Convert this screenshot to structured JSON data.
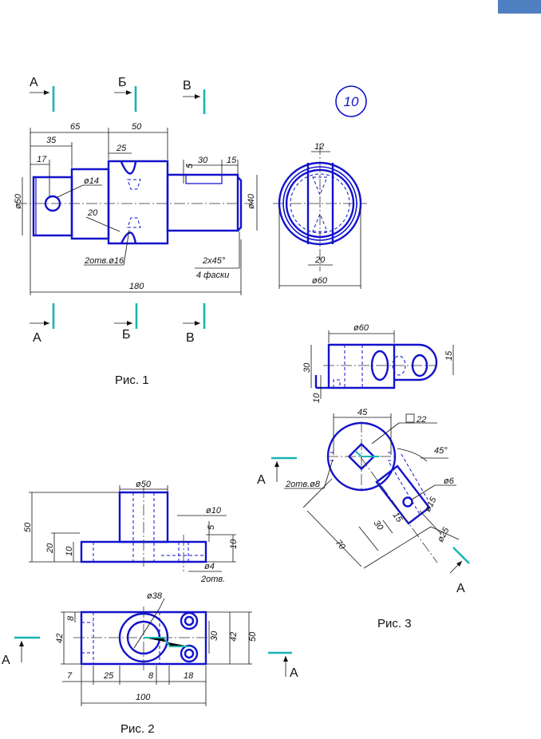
{
  "sheet": {
    "variant_number": "10",
    "accent_color": "#4f7fc0",
    "line_color": "#1212cc",
    "section_mark_color": "#19b3b3"
  },
  "fig1": {
    "caption": "Рис. 1",
    "section_letters": [
      "А",
      "Б",
      "В"
    ],
    "dims": {
      "d65": "65",
      "d50": "50",
      "d35": "35",
      "d25": "25",
      "d17": "17",
      "d30": "30",
      "d15": "15",
      "d5": "5",
      "phi50": "ø50",
      "phi14": "ø14",
      "d20": "20",
      "phi40": "ø40",
      "holes": "2отв.ø16",
      "chamfer": "2x45°",
      "chamfer_note": "4 фаски",
      "d180": "180",
      "side_12": "12",
      "side_20": "20",
      "side_phi60": "ø60"
    }
  },
  "fig2": {
    "caption": "Рис. 2",
    "section_letter": "А",
    "dims": {
      "phi50": "ø50",
      "phi10": "ø10",
      "d50": "50",
      "d20": "20",
      "d10a": "10",
      "d5": "5",
      "d10b": "10",
      "phi4": "ø4",
      "holes": "2отв.",
      "phi38": "ø38",
      "d8a": "8",
      "d42a": "42",
      "d30": "30",
      "d42b": "42",
      "d50b": "50",
      "d7": "7",
      "d25": "25",
      "d8b": "8",
      "d18": "18",
      "d100": "100"
    }
  },
  "fig3": {
    "caption": "Рис. 3",
    "section_letter": "А",
    "dims": {
      "phi60": "ø60",
      "d30": "30",
      "d15": "15",
      "d10": "10",
      "d45": "45",
      "sq22": "22",
      "ang45": "45°",
      "holes": "2отв.ø8",
      "phi6": "ø6",
      "d70": "70",
      "d30b": "30",
      "d15b": "15",
      "phi15": "ø15",
      "phi25": "ø25"
    }
  }
}
